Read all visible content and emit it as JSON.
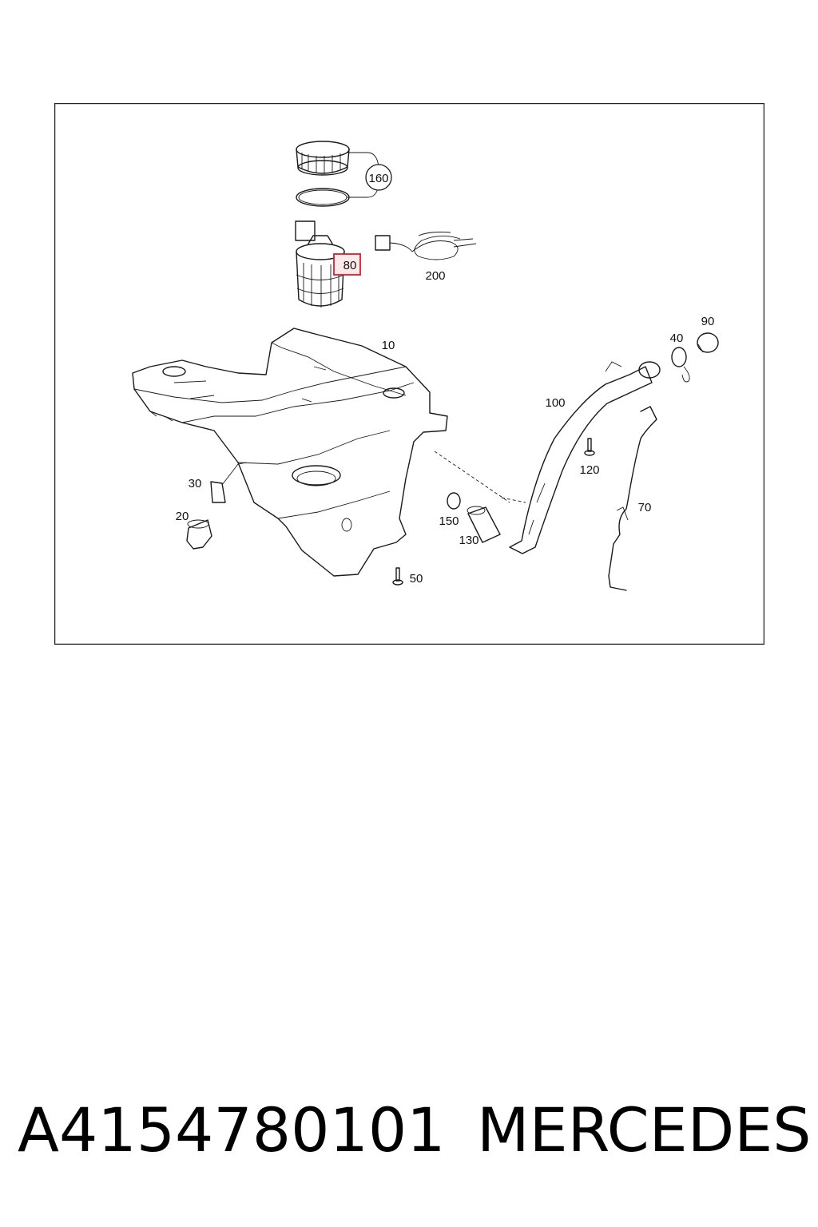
{
  "diagram": {
    "callouts": {
      "c10": "10",
      "c20": "20",
      "c30": "30",
      "c40": "40",
      "c50": "50",
      "c70": "70",
      "c80": "80",
      "c90": "90",
      "c100": "100",
      "c120": "120",
      "c130": "130",
      "c150": "150",
      "c160": "160",
      "c200": "200"
    },
    "highlighted_callout": "80",
    "highlight_color": "#d61f2c"
  },
  "caption": {
    "part_number": "A4154780101",
    "brand": "MERCEDES"
  }
}
